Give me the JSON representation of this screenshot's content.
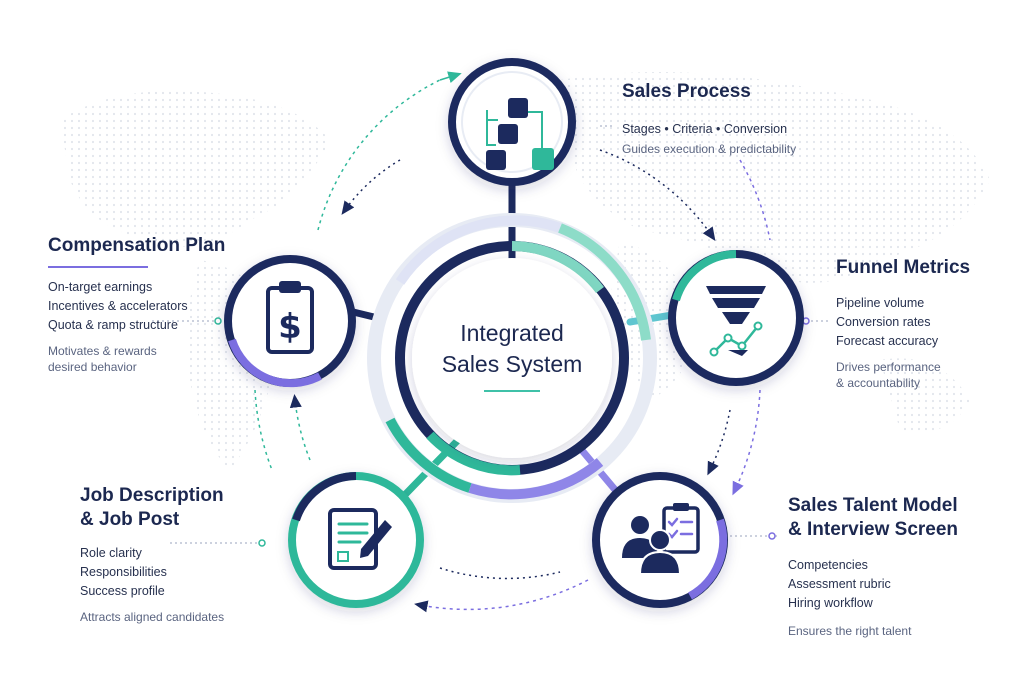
{
  "center": {
    "title_line1": "Integrated",
    "title_line2": "Sales System"
  },
  "nodes": {
    "sales_process": {
      "title": "Sales Process",
      "items": [
        "Stages • Criteria • Conversion"
      ],
      "note": [
        "Guides execution & predictability"
      ],
      "icon": "flowchart-icon"
    },
    "funnel_metrics": {
      "title": "Funnel Metrics",
      "items": [
        "Pipeline volume",
        "Conversion rates",
        "Forecast accuracy"
      ],
      "note": [
        "Drives performance",
        "& accountability"
      ],
      "icon": "funnel-chart-icon"
    },
    "talent_model": {
      "title_line1": "Sales Talent Model",
      "title_line2": "& Interview Screen",
      "items": [
        "Competencies",
        "Assessment rubric",
        "Hiring workflow"
      ],
      "note": [
        "Ensures the right talent"
      ],
      "icon": "candidates-checklist-icon"
    },
    "job_description": {
      "title_line1": "Job Description",
      "title_line2": "& Job Post",
      "items": [
        "Role clarity",
        "Responsibilities",
        "Success profile"
      ],
      "note": [
        "Attracts aligned candidates"
      ],
      "icon": "document-pen-icon"
    },
    "compensation": {
      "title": "Compensation Plan",
      "items": [
        "On-target earnings",
        "Incentives & accelerators",
        "Quota & ramp structure"
      ],
      "note": [
        "Motivates & rewards",
        "desired behavior"
      ],
      "icon": "clipboard-dollar-icon"
    }
  },
  "colors": {
    "navy": "#1c2a5e",
    "teal": "#2fb89a",
    "purple": "#7b6ee0",
    "text": "#1c2850"
  }
}
